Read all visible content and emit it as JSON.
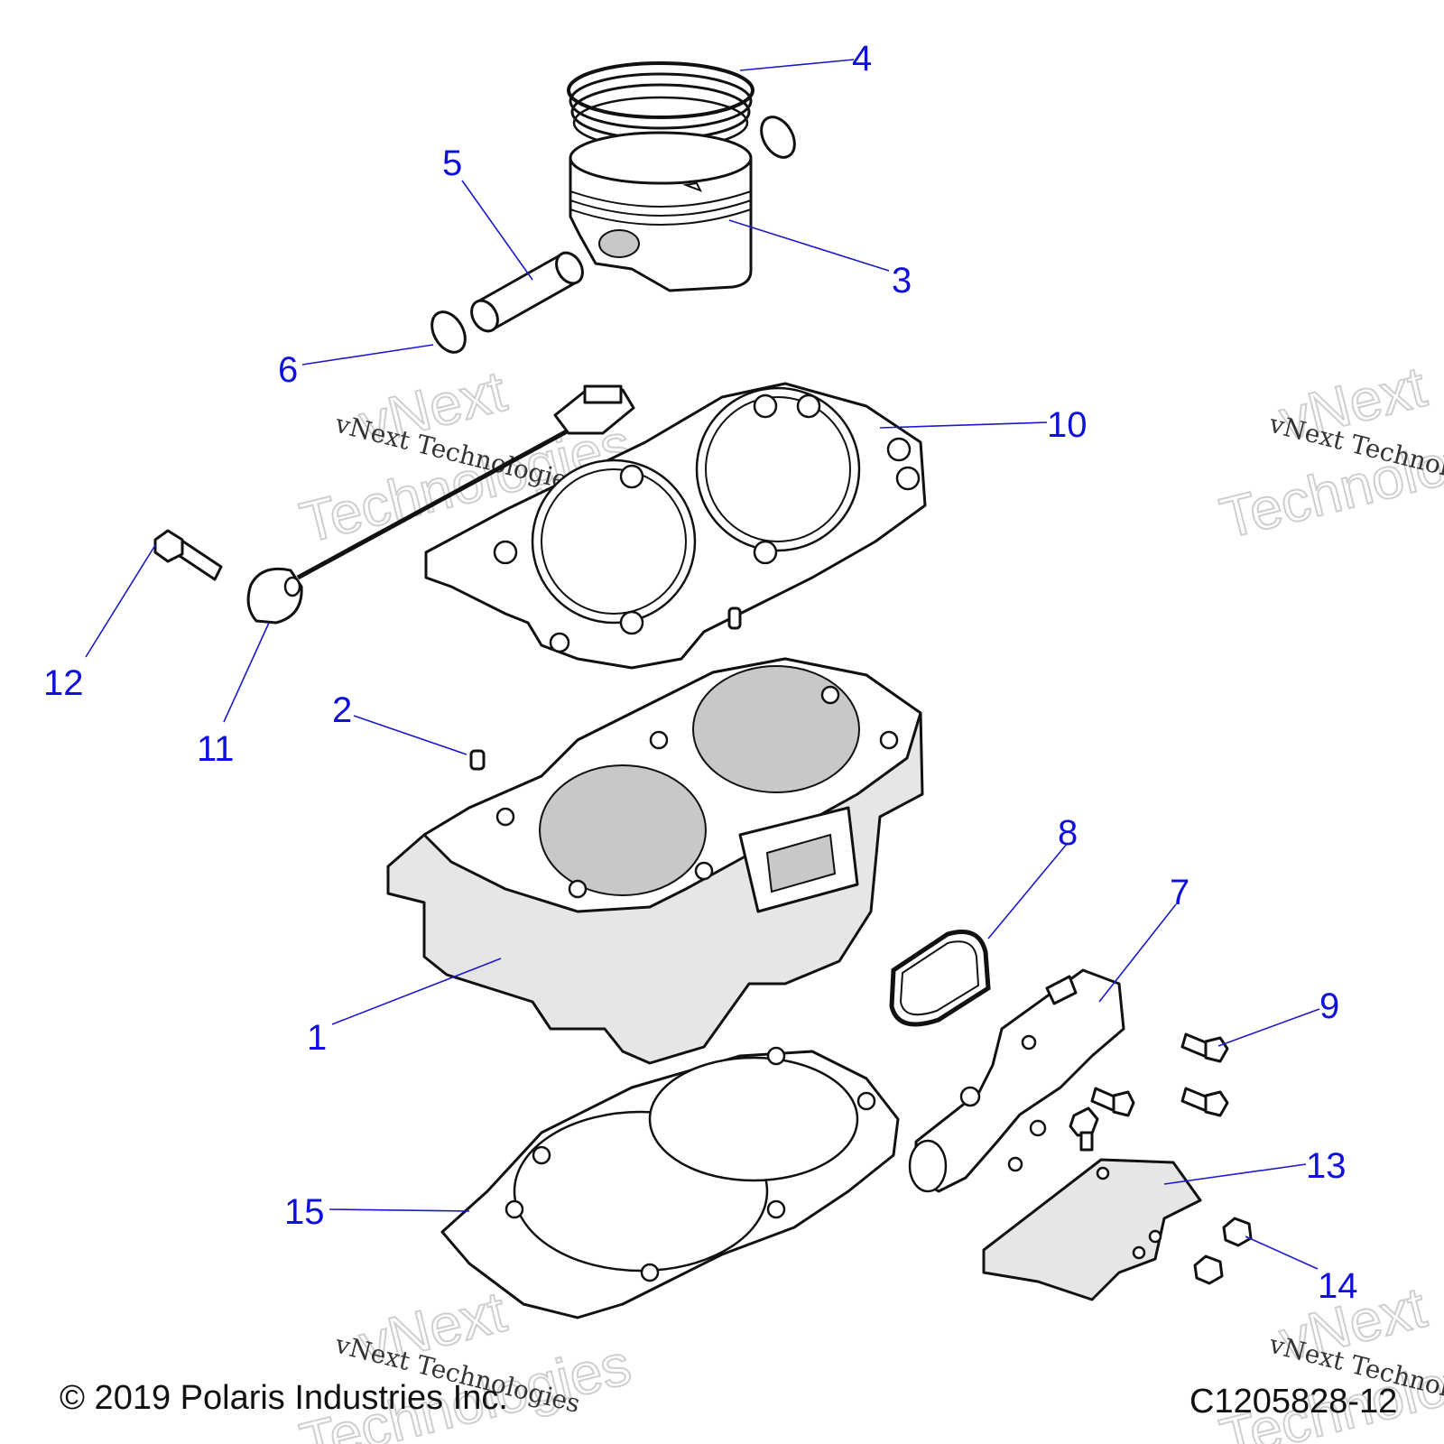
{
  "callouts": [
    "1",
    "2",
    "3",
    "4",
    "5",
    "6",
    "7",
    "8",
    "9",
    "10",
    "11",
    "12",
    "13",
    "14",
    "15"
  ],
  "watermark": {
    "small": "vNext Technologies",
    "big_line1": "vNext",
    "big_line2": "Technologies"
  },
  "footer": {
    "copyright": "© 2019 Polaris Industries Inc.",
    "figure_code": "C1205828-12"
  }
}
